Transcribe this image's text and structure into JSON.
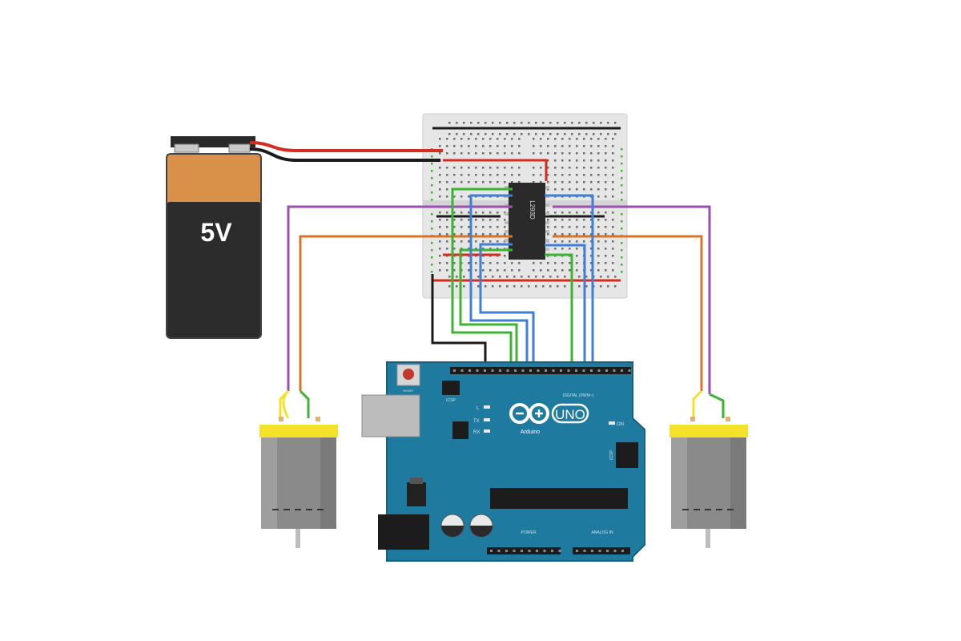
{
  "battery": {
    "label": "5V"
  },
  "breadboard": {
    "chip_label": "L293D"
  },
  "arduino": {
    "brand": "Arduino",
    "model": "UNO",
    "on_label": "ON",
    "icsp_label": "ICSP",
    "digital_label": "DIGITAL (PWM~)",
    "power_label": "POWER",
    "analog_label": "ANALOG IN",
    "reset_label": "RESET",
    "led_l": "L",
    "led_tx": "TX",
    "led_rx": "RX"
  },
  "colors": {
    "wire_red": "#d62b1f",
    "wire_black": "#1a1a1a",
    "wire_green": "#3cb431",
    "wire_blue": "#3f7fd6",
    "wire_purple": "#9b4fb0",
    "wire_orange": "#d8742a",
    "arduino_teal": "#1f7aa0",
    "battery_orange": "#d9914a",
    "motor_yellow": "#f4e22a"
  }
}
